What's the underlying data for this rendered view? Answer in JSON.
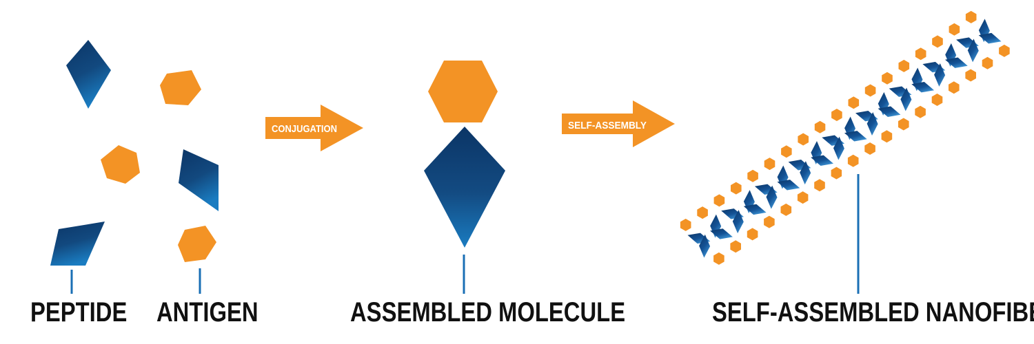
{
  "labels": {
    "peptide": "PEPTIDE",
    "antigen": "ANTIGEN",
    "assembled_molecule": "ASSEMBLED MOLECULE",
    "nanofiber": "SELF-ASSEMBLED NANOFIBER"
  },
  "arrows": {
    "conjugation": "CONJUGATION",
    "self_assembly": "SELF-ASSEMBLY"
  },
  "colors": {
    "peptide_dark": "#0b3566",
    "peptide_light": "#1473b8",
    "antigen_orange": "#f39325",
    "line_blue": "#1a6fb5",
    "text": "#111111"
  }
}
